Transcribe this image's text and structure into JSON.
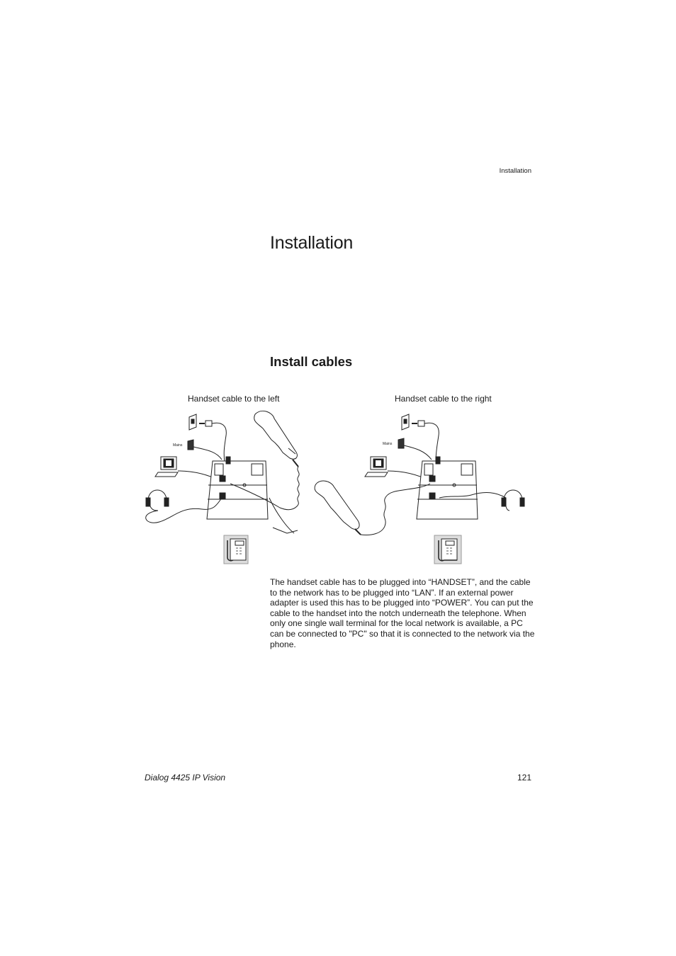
{
  "header": {
    "running_title": "Installation"
  },
  "title": "Installation",
  "section": {
    "heading": "Install cables",
    "figure_left_caption": "Handset cable to the left",
    "figure_right_caption": "Handset cable to the right",
    "mains_label": "Mains",
    "body": "The handset cable has to be plugged into “HANDSET”, and the cable to the network has to be plugged into “LAN”. If an external power adapter is used this has to be plugged into “POWER”. You can put the cable to the handset into the notch underneath the telephone. When only one single wall terminal for the local network is available, a PC can be connected to \"PC\" so that it is connected to the network via the phone."
  },
  "footer": {
    "product": "Dialog 4425 IP Vision",
    "page_number": "121"
  }
}
